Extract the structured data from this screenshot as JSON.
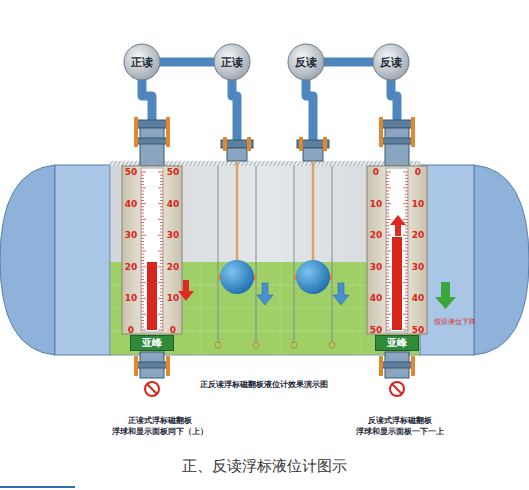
{
  "diagram": {
    "caption": "正、反读浮标液位计图示",
    "nodes": [
      {
        "text": [
          "正读"
        ]
      },
      {
        "text": [
          "正读"
        ]
      },
      {
        "text": [
          "反读"
        ]
      },
      {
        "text": [
          "反读"
        ]
      },
      {
        "text": [
          "亚峰"
        ]
      },
      {
        "text": [
          "亚峰"
        ]
      }
    ],
    "labels": [
      "50",
      "40",
      "30",
      "20",
      "10",
      "0",
      "50",
      "40",
      "30",
      "20",
      "10",
      "0",
      "0",
      "10",
      "20",
      "30",
      "40",
      "50",
      "0",
      "10",
      "20",
      "30",
      "40",
      "50",
      "假设液位下降",
      "正反读浮标磁翻板液位计效果演示图",
      "正读式浮标磁翻板 浮球和显示面板同下（上）",
      "反读式浮标磁翻板 浮球和显示面板一下一上"
    ]
  }
}
